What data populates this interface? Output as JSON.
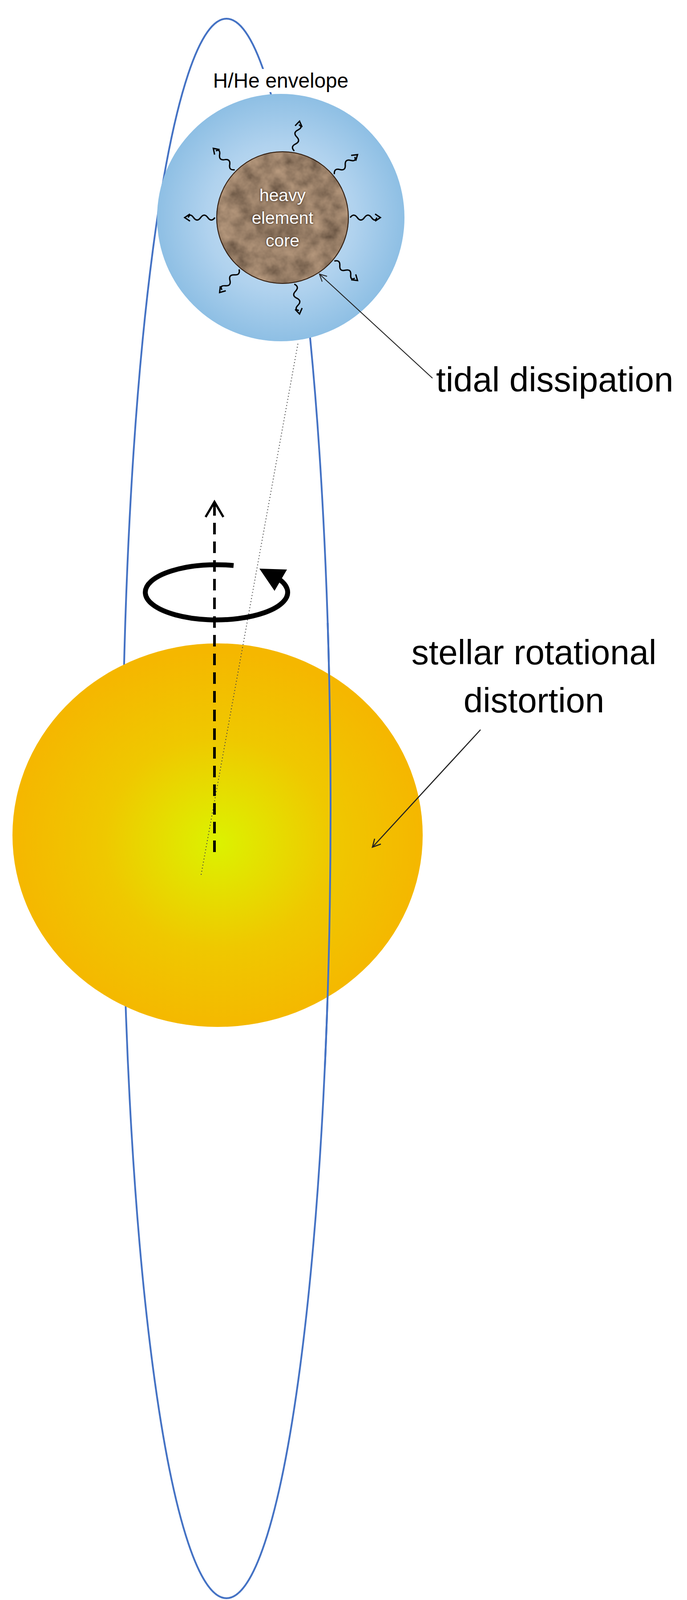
{
  "diagram": {
    "nodes": [
      {
        "text": [
          "H/He envelope"
        ]
      },
      {
        "text": [
          "heavy element core"
        ],
        "in": 0
      }
    ],
    "labels": [
      "tidal dissipation",
      "stellar rotational distortion"
    ]
  }
}
